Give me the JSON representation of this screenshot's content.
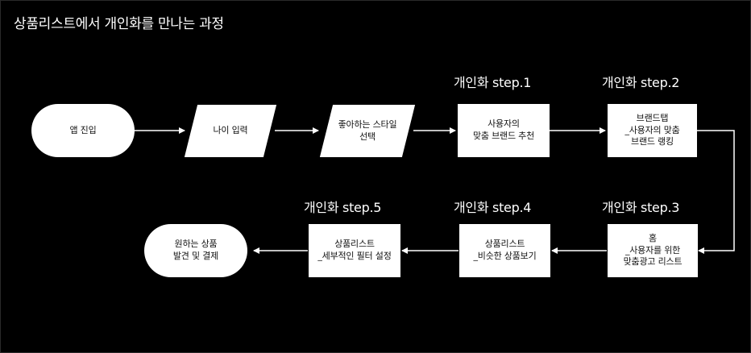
{
  "title": "상품리스트에서 개인화를 만나는 과정",
  "colors": {
    "background": "#000000",
    "node_fill": "#ffffff",
    "node_text": "#111111",
    "arrow": "#ffffff"
  },
  "step_labels": {
    "s1": "개인화 step.1",
    "s2": "개인화 step.2",
    "s3": "개인화 step.3",
    "s4": "개인화 step.4",
    "s5": "개인화 step.5"
  },
  "nodes": {
    "app_entry": "앱 진입",
    "age_input": "나이 입력",
    "style_select": "좋아하는 스타일\n선택",
    "user_brand": "사용자의\n맞춤 브랜드 추천",
    "brand_tab": "브랜드탭\n_사용자의 맞춤\n브랜드 랭킹",
    "home": "홈\n_사용자를 위한\n맞춤광고 리스트",
    "similar": "상품리스트\n_비슷한 상품보기",
    "filter": "상품리스트\n_세부적인 필터 설정",
    "purchase": "원하는 상품\n발견 및 결제"
  }
}
